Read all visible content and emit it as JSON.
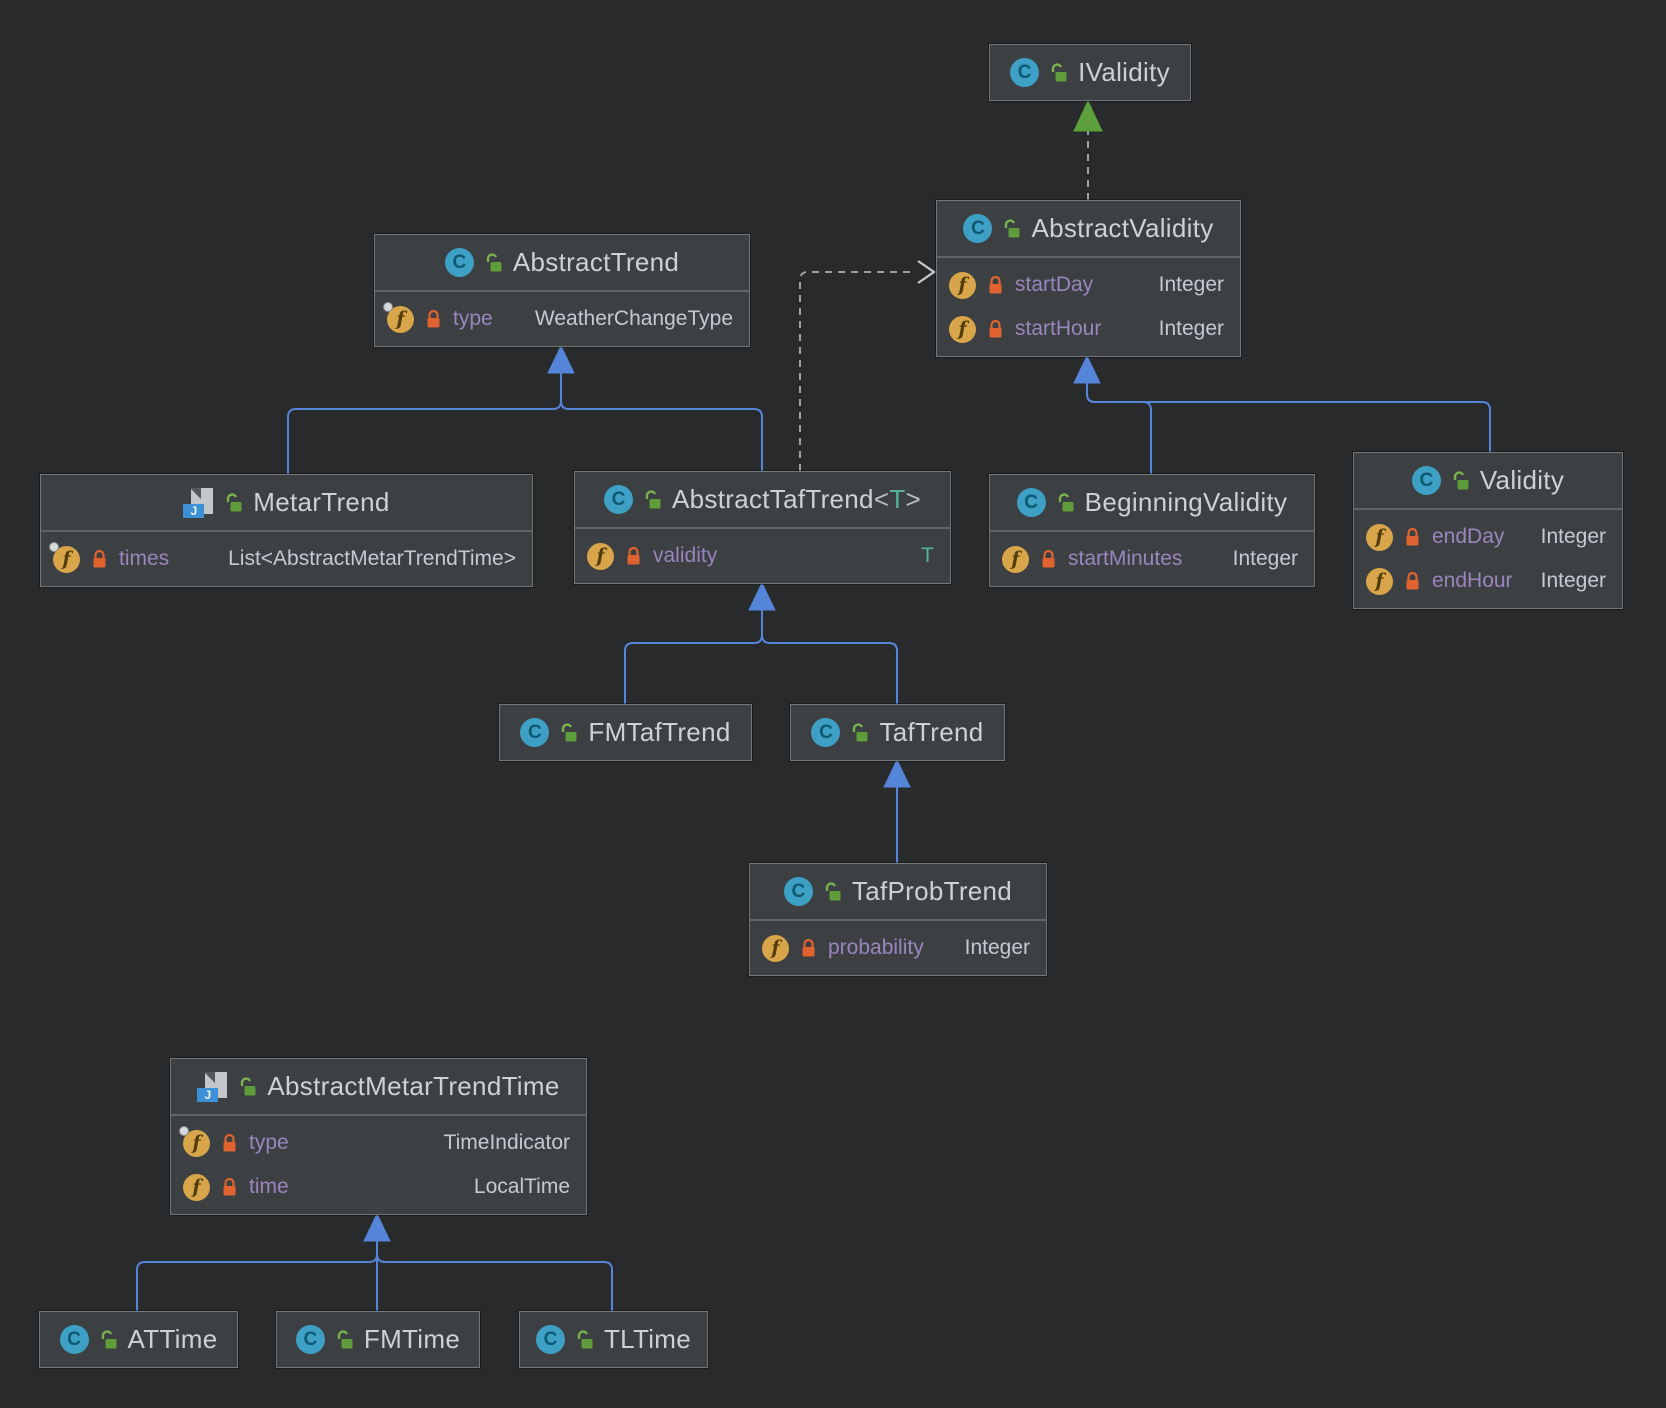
{
  "diagram_title": "UML class diagram",
  "colors": {
    "background": "#282a2b",
    "node_background": "#3c4043",
    "node_border": "#73777a",
    "title_text": "#ccd1d6",
    "field_name_text": "#9b85bd",
    "field_type_text": "#c2cad2",
    "generic_type_text": "#53b398",
    "inheritance_arrow": "#5585d8",
    "realization_arrow_head": "#5d9e3d",
    "dashed_line": "#9aa0a3",
    "field_icon": "#d9a54a",
    "private_lock": "#e0622f",
    "public_lock": "#5f9c3c",
    "class_icon": "#3da0c4"
  },
  "icons": {
    "class_glyph": "C",
    "field_glyph": "f",
    "java_file_glyph": "J"
  },
  "classes": [
    {
      "name": "IValidity",
      "kind": "class",
      "fields": []
    },
    {
      "name": "AbstractValidity",
      "kind": "class",
      "fields": [
        {
          "name": "startDay",
          "type": "Integer"
        },
        {
          "name": "startHour",
          "type": "Integer"
        }
      ]
    },
    {
      "name": "AbstractTrend",
      "kind": "class",
      "fields": [
        {
          "name": "type",
          "type": "WeatherChangeType",
          "pinned": true
        }
      ]
    },
    {
      "name": "MetarTrend",
      "kind": "java-file",
      "fields": [
        {
          "name": "times",
          "type": "List<AbstractMetarTrendTime>",
          "pinned": true
        }
      ]
    },
    {
      "name": "AbstractTafTrend",
      "generic_open": "<",
      "generic": "T",
      "generic_close": ">",
      "kind": "class",
      "fields": [
        {
          "name": "validity",
          "type": "T",
          "generic_type": true
        }
      ]
    },
    {
      "name": "BeginningValidity",
      "kind": "class",
      "fields": [
        {
          "name": "startMinutes",
          "type": "Integer"
        }
      ]
    },
    {
      "name": "Validity",
      "kind": "class",
      "fields": [
        {
          "name": "endDay",
          "type": "Integer"
        },
        {
          "name": "endHour",
          "type": "Integer"
        }
      ]
    },
    {
      "name": "FMTafTrend",
      "kind": "class",
      "fields": []
    },
    {
      "name": "TafTrend",
      "kind": "class",
      "fields": []
    },
    {
      "name": "TafProbTrend",
      "kind": "class",
      "fields": [
        {
          "name": "probability",
          "type": "Integer"
        }
      ]
    },
    {
      "name": "AbstractMetarTrendTime",
      "kind": "java-file",
      "fields": [
        {
          "name": "type",
          "type": "TimeIndicator",
          "pinned": true
        },
        {
          "name": "time",
          "type": "LocalTime"
        }
      ]
    },
    {
      "name": "ATTime",
      "kind": "class",
      "fields": []
    },
    {
      "name": "FMTime",
      "kind": "class",
      "fields": []
    },
    {
      "name": "TLTime",
      "kind": "class",
      "fields": []
    }
  ],
  "edges": [
    {
      "from": "AbstractValidity",
      "to": "IValidity",
      "type": "realization"
    },
    {
      "from": "MetarTrend",
      "to": "AbstractTrend",
      "type": "generalization"
    },
    {
      "from": "AbstractTafTrend",
      "to": "AbstractTrend",
      "type": "generalization"
    },
    {
      "from": "AbstractTafTrend",
      "to": "AbstractValidity",
      "type": "dependency"
    },
    {
      "from": "BeginningValidity",
      "to": "AbstractValidity",
      "type": "generalization"
    },
    {
      "from": "Validity",
      "to": "AbstractValidity",
      "type": "generalization"
    },
    {
      "from": "FMTafTrend",
      "to": "AbstractTafTrend",
      "type": "generalization"
    },
    {
      "from": "TafTrend",
      "to": "AbstractTafTrend",
      "type": "generalization"
    },
    {
      "from": "TafProbTrend",
      "to": "TafTrend",
      "type": "generalization"
    },
    {
      "from": "ATTime",
      "to": "AbstractMetarTrendTime",
      "type": "generalization"
    },
    {
      "from": "FMTime",
      "to": "AbstractMetarTrendTime",
      "type": "generalization"
    },
    {
      "from": "TLTime",
      "to": "AbstractMetarTrendTime",
      "type": "generalization"
    }
  ]
}
